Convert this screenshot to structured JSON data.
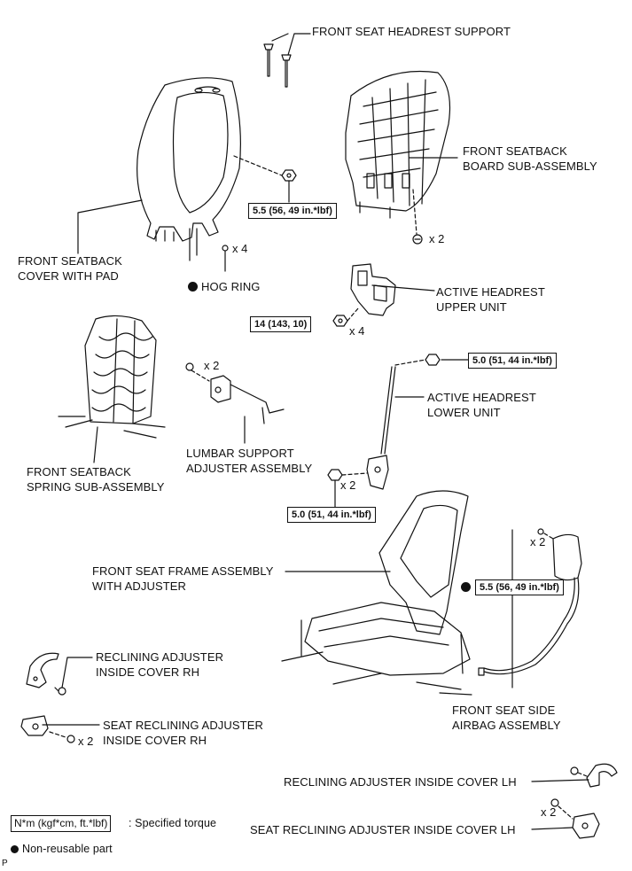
{
  "labels": {
    "headrest_support": "FRONT SEAT HEADREST SUPPORT",
    "board_line1": "FRONT SEATBACK",
    "board_line2": "BOARD SUB-ASSEMBLY",
    "cover_line1": "FRONT SEATBACK",
    "cover_line2": "COVER WITH PAD",
    "hog_ring": "HOG RING",
    "active_upper_line1": "ACTIVE HEADREST",
    "active_upper_line2": "UPPER UNIT",
    "active_lower_line1": "ACTIVE HEADREST",
    "active_lower_line2": "LOWER UNIT",
    "lumbar_line1": "LUMBAR SUPPORT",
    "lumbar_line2": "ADJUSTER ASSEMBLY",
    "spring_line1": "FRONT SEATBACK",
    "spring_line2": "SPRING SUB-ASSEMBLY",
    "frame_line1": "FRONT SEAT FRAME ASSEMBLY",
    "frame_line2": "WITH ADJUSTER",
    "recl_rh_line1": "RECLINING ADJUSTER",
    "recl_rh_line2": "INSIDE COVER RH",
    "seat_recl_rh_line1": "SEAT RECLINING ADJUSTER",
    "seat_recl_rh_line2": "INSIDE COVER RH",
    "airbag_line1": "FRONT SEAT SIDE",
    "airbag_line2": "AIRBAG ASSEMBLY",
    "recl_lh": "RECLINING ADJUSTER INSIDE COVER LH",
    "seat_recl_lh": "SEAT RECLINING ADJUSTER INSIDE COVER LH"
  },
  "torques": {
    "cover_nut": "5.5 (56, 49 in.*lbf)",
    "upper_unit_nut": "14 (143, 10)",
    "lower_top": "5.0 (51, 44 in.*lbf)",
    "lower_bottom": "5.0 (51, 44 in.*lbf)",
    "airbag_nut": "5.5 (56, 49 in.*lbf)"
  },
  "quantities": {
    "hog_ring": "x 4",
    "board_clip": "x 2",
    "upper_nut": "x 4",
    "lumbar_clip": "x 2",
    "lower_nut": "x 2",
    "airbag_nut": "x 2",
    "seat_recl_rh": "x 2",
    "seat_recl_lh": "x 2"
  },
  "legend": {
    "torque_box": "N*m (kgf*cm, ft.*lbf)",
    "torque_desc": ": Specified torque",
    "nonreusable": "Non-reusable part"
  },
  "corner_mark": "P"
}
